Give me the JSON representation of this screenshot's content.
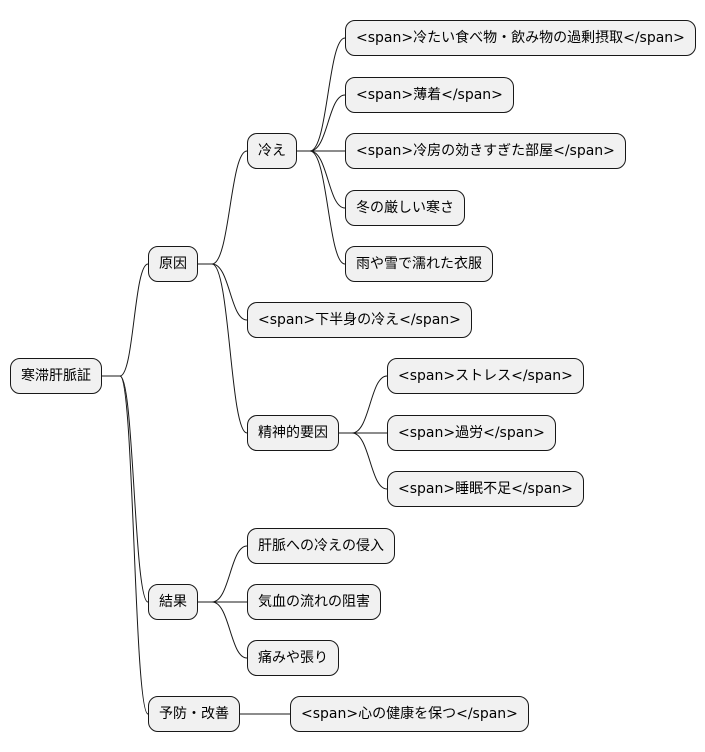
{
  "mindmap": {
    "root": {
      "label": "寒滞肝脈証"
    },
    "branches": {
      "cause": {
        "label": "原因",
        "cold": {
          "label": "冷え",
          "items": [
            "<span>冷たい食べ物・飲み物の過剰摂取</span>",
            "<span>薄着</span>",
            "<span>冷房の効きすぎた部屋</span>",
            "冬の厳しい寒さ",
            "雨や雪で濡れた衣服"
          ]
        },
        "lower_body": "<span>下半身の冷え</span>",
        "mental": {
          "label": "精神的要因",
          "items": [
            "<span>ストレス</span>",
            "<span>過労</span>",
            "<span>睡眠不足</span>"
          ]
        }
      },
      "result": {
        "label": "結果",
        "items": [
          "肝脈への冷えの侵入",
          "気血の流れの阻害",
          "痛みや張り"
        ]
      },
      "prevention": {
        "label": "予防・改善",
        "items": [
          "<span>心の健康を保つ</span>"
        ]
      }
    }
  }
}
